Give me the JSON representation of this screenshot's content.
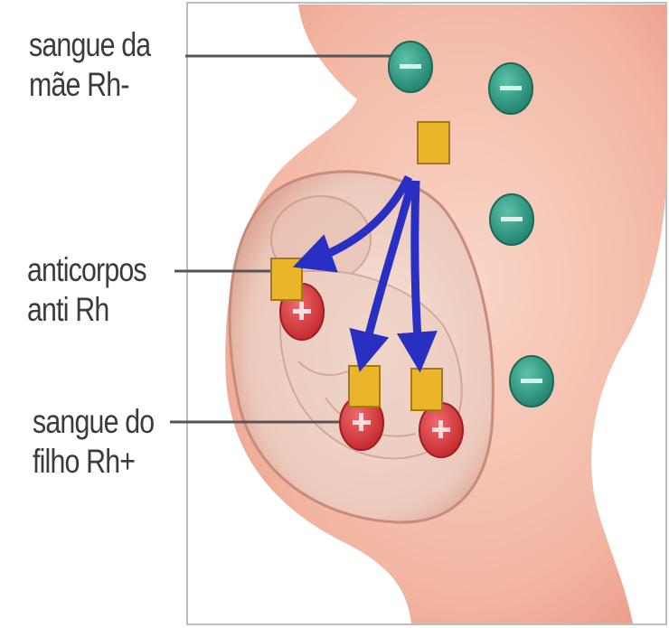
{
  "labels": {
    "maternal_blood": {
      "line1": "sangue da",
      "line2": "mãe Rh-"
    },
    "antibodies": {
      "line1": "anticorpos",
      "line2": "anti Rh"
    },
    "fetal_blood": {
      "line1": "sangue do",
      "line2": "filho Rh+"
    }
  },
  "symbols": {
    "negative": "−",
    "positive": "+"
  },
  "colors": {
    "skin": "#f2b2a0",
    "skin_light": "#f8cfc0",
    "uterus": "#e9c3b4",
    "negative_cell": "#2f9e86",
    "positive_cell": "#d9393f",
    "antibody": "#eab52a",
    "arrow": "#2a2fc4",
    "leader_line": "#555555"
  }
}
